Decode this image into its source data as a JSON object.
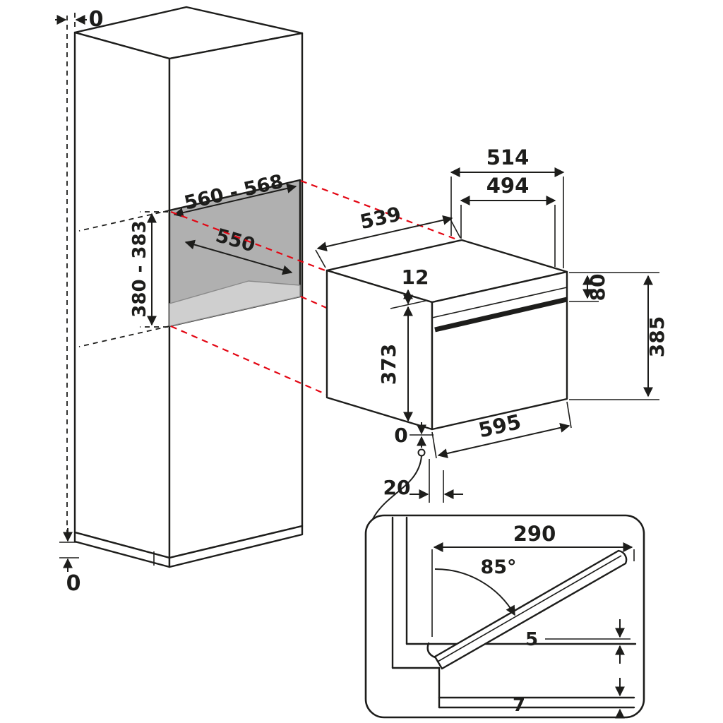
{
  "diagram": {
    "type": "built-in-oven-installation-drawing",
    "colors": {
      "line": "#1d1d1b",
      "projection_red": "#e30613",
      "niche_wall": "#b0b0b0",
      "niche_floor": "#cfcfcf"
    },
    "cabinet": {
      "top_clearance": "0",
      "bottom_clearance": "0",
      "niche_width": "560 - 568",
      "niche_depth": "550",
      "niche_height": "380 - 383"
    },
    "oven": {
      "depth": "539",
      "width_back": "514",
      "width_recess": "494",
      "top_gap": "12",
      "door_height": "373",
      "panel_height": "80",
      "height": "385",
      "width": "595",
      "bottom_flush": "0",
      "front_clearance": "20"
    },
    "door_detail": {
      "projection": "290",
      "opening_angle": "85°",
      "bottom_gap": "5",
      "vent_gap": "7"
    }
  }
}
